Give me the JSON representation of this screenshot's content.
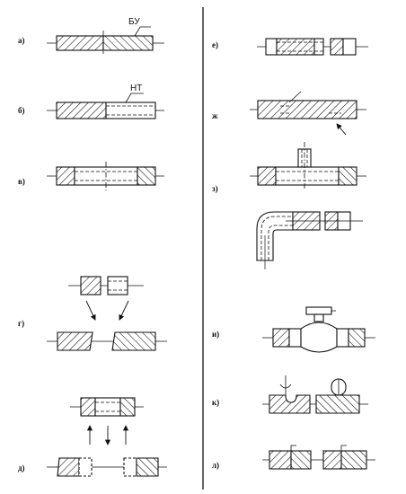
{
  "figure": {
    "variants": [
      {
        "key": "a",
        "label": "а)"
      },
      {
        "key": "b",
        "label": "б)"
      },
      {
        "key": "v",
        "label": "в)"
      },
      {
        "key": "g",
        "label": "г)"
      },
      {
        "key": "d",
        "label": "д)"
      },
      {
        "key": "e",
        "label": "е)"
      },
      {
        "key": "zh",
        "label": "ж"
      },
      {
        "key": "z",
        "label": "з)"
      },
      {
        "key": "i",
        "label": "и)"
      },
      {
        "key": "k",
        "label": "к)"
      },
      {
        "key": "l",
        "label": "л)"
      }
    ],
    "annotations": {
      "a_callout": "БУ",
      "b_callout": "НТ"
    }
  }
}
